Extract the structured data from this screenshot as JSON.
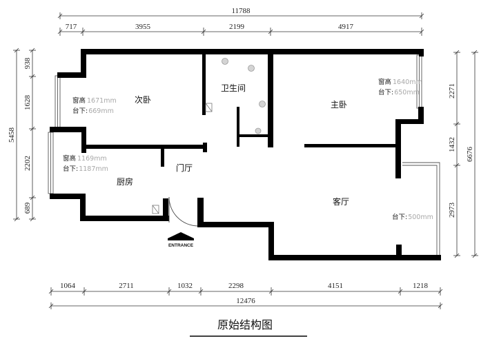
{
  "title": "原始结构图",
  "entrance": "ENTRANCE",
  "dimensions": {
    "top_total": "11788",
    "top": [
      "717",
      "3955",
      "2199",
      "4917"
    ],
    "bottom": [
      "1064",
      "2711",
      "1032",
      "2298",
      "4151",
      "1218"
    ],
    "bottom_total": "12476",
    "left_total": "5458",
    "left": [
      "938",
      "1628",
      "2202",
      "689"
    ],
    "right": [
      "2271",
      "1432",
      "2973"
    ],
    "right_total": "6676"
  },
  "rooms": {
    "second_bedroom": "次卧",
    "bathroom": "卫生间",
    "master_bedroom": "主卧",
    "kitchen": "厨房",
    "foyer": "门厅",
    "living_room": "客厅"
  },
  "windows": {
    "second_bedroom": {
      "height_label": "窗高",
      "height_value": "1671mm",
      "sill_label": "台下:",
      "sill_value": "669mm"
    },
    "kitchen": {
      "height_label": "窗高",
      "height_value": "1169mm",
      "sill_label": "台下:",
      "sill_value": "1187mm"
    },
    "master_bedroom": {
      "height_label": "窗高",
      "height_value": "1640mm",
      "sill_label": "台下:",
      "sill_value": "650mm"
    },
    "living_room": {
      "sill_label": "台下:",
      "sill_value": "500mm"
    }
  }
}
